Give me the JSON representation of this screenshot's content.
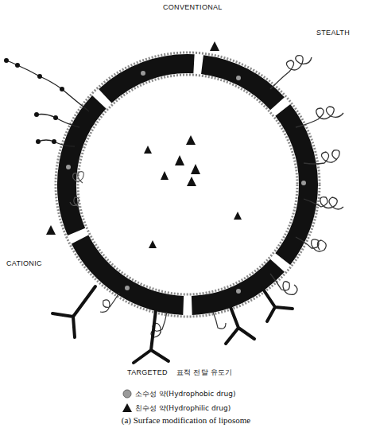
{
  "diagram": {
    "caption": "(a) Surface modification of liposome",
    "labels": [
      "CONVENTIONAL",
      "STEALTH",
      "CATIONIC",
      "TARGETED",
      "표적 전달 유도기"
    ],
    "legend": [
      {
        "text": "소수성 약(Hydrophobic drug)"
      },
      {
        "text": "친수성 약(Hydrophilic drug)"
      }
    ]
  }
}
